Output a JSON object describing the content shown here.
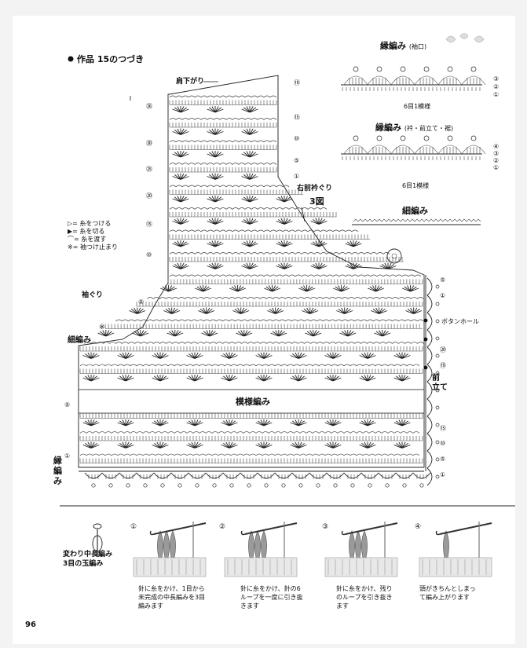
{
  "header": {
    "title": "作品 15のつづき"
  },
  "edging_top": {
    "title": "縁編み",
    "title_note": "(袖口)",
    "repeat_label": "6目1模様",
    "rows": [
      "③",
      "②",
      "①"
    ]
  },
  "edging_mid": {
    "title": "縁編み",
    "title_note": "(衿・前立て・裾)",
    "repeat_label": "6目1模様",
    "rows": [
      "④",
      "③",
      "②",
      "①"
    ]
  },
  "narrow_edge": {
    "title": "細編み"
  },
  "main_chart": {
    "shoulder_label": "肩下がり",
    "neck_label": "右前衿ぐり",
    "figure_label": "3図",
    "armhole_label": "袖ぐり",
    "narrow_label": "細編み",
    "pattern_label": "模様編み",
    "edging_label_1": "縁",
    "edging_label_2": "編",
    "edging_label_3": "み",
    "buttonhole_label": "ボタンホール",
    "front_band_label_1": "前",
    "front_band_label_2": "立て",
    "mark_note": "※",
    "row_numbers_left": [
      "㊱",
      "㉚",
      "㉕",
      "⑳",
      "⑮",
      "⑩",
      "⑤",
      "⑤",
      "①"
    ],
    "row_numbers_right": [
      "⑲",
      "⑮",
      "⑩",
      "⑤",
      "①",
      "⑤",
      "①",
      "⑳",
      "⑲",
      "⑮",
      "⑩",
      "⑤",
      "①"
    ]
  },
  "legend": {
    "items": [
      {
        "symbol": "▷",
        "text": "= 糸をつける"
      },
      {
        "symbol": "▶",
        "text": "= 糸を切る"
      },
      {
        "symbol": "⌒",
        "text": "= 糸を渡す"
      },
      {
        "symbol": "※",
        "text": "= 袖つけ止まり"
      }
    ]
  },
  "howto": {
    "title_line1": "変わり中長編み",
    "title_line2": "3目の玉編み",
    "steps": [
      {
        "num": "①",
        "line1": "針に糸をかけ、1目から",
        "line2": "未完成の中長編みを3目",
        "line3": "編みます"
      },
      {
        "num": "②",
        "line1": "針に糸をかけ、針の6",
        "line2": "ループを一度に引き抜",
        "line3": "きます"
      },
      {
        "num": "③",
        "line1": "針に糸をかけ、残り",
        "line2": "のループを引き抜き",
        "line3": "ます"
      },
      {
        "num": "④",
        "line1": "頭がきちんとしまっ",
        "line2": "て編み上がります",
        "line3": ""
      }
    ]
  },
  "footer": {
    "page_number": "96"
  },
  "colors": {
    "ink": "#111111",
    "paper": "#ffffff",
    "background": "#f3f3f3",
    "yarn": "#8a8a8a"
  }
}
